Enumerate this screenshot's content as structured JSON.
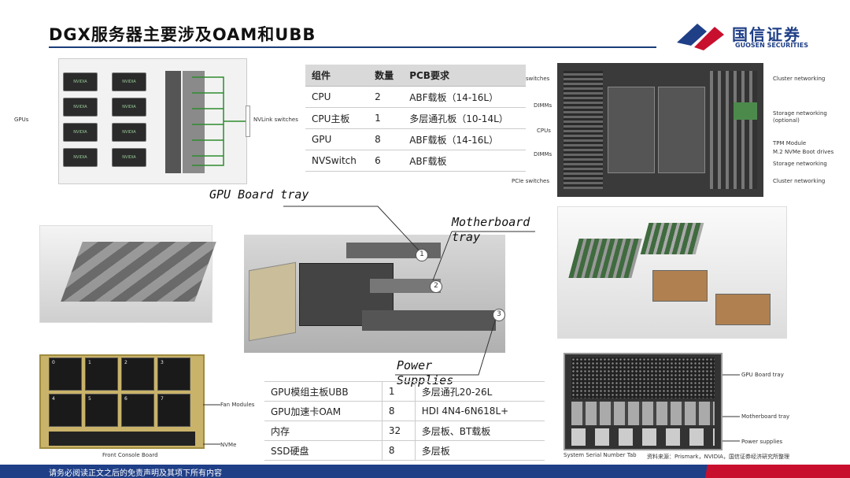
{
  "header": {
    "title": "DGX服务器主要涉及OAM和UBB",
    "logo_cn": "国信证券",
    "logo_en": "GUOSEN SECURITIES"
  },
  "table_top": {
    "headers": [
      "组件",
      "数量",
      "PCB要求"
    ],
    "rows": [
      [
        "CPU",
        "2",
        "ABF载板（14-16L）"
      ],
      [
        "CPU主板",
        "1",
        "多层通孔板（10-14L）"
      ],
      [
        "GPU",
        "8",
        "ABF载板（14-16L）"
      ],
      [
        "NVSwitch",
        "6",
        "ABF载板"
      ]
    ]
  },
  "table_bottom": {
    "rows": [
      [
        "GPU模组主板UBB",
        "1",
        "多层通孔20-26L"
      ],
      [
        "GPU加速卡OAM",
        "8",
        "HDI 4N4-6N618L+"
      ],
      [
        "内存",
        "32",
        "多层板、BT载板"
      ],
      [
        "SSD硬盘",
        "8",
        "多层板"
      ]
    ]
  },
  "gpu_diagram": {
    "gpus_label": "GPUs",
    "nvlink_label": "NVLink switches",
    "card_text": "NVIDIA"
  },
  "motherboard_diagram": {
    "labels_left": [
      "switches",
      "DIMMs",
      "CPUs",
      "DIMMs",
      "PCIe switches"
    ],
    "labels_right": [
      "Cluster networking",
      "Storage networking",
      "(optional)",
      "TPM Module",
      "M.2 NVMe Boot drives",
      "Storage networking",
      "Cluster networking"
    ]
  },
  "exploded": {
    "gpu_board_tray": "GPU Board tray",
    "motherboard_tray": "Motherboard",
    "motherboard_tray2": "tray",
    "power_supplies": "Power",
    "power_supplies2": "Supplies",
    "callouts": [
      "1",
      "2",
      "3"
    ]
  },
  "front_panel": {
    "fan_modules": "Fan Modules",
    "nvme": "NVMe",
    "front_console": "Front Console Board",
    "slots": [
      "0",
      "1",
      "2",
      "3",
      "4",
      "5",
      "6",
      "7"
    ]
  },
  "rear_panel": {
    "gpu_board_tray": "GPU Board tray",
    "motherboard_tray": "Motherboard tray",
    "power_supplies": "Power supplies",
    "serial_tab": "System Serial Number Tab"
  },
  "source": "资料来源：Prismark，NVIDIA，国信证券经济研究所整理",
  "footer": "请务必阅读正文之后的免责声明及其项下所有内容",
  "colors": {
    "brand_blue": "#1f3f87",
    "brand_red": "#c8102e"
  }
}
